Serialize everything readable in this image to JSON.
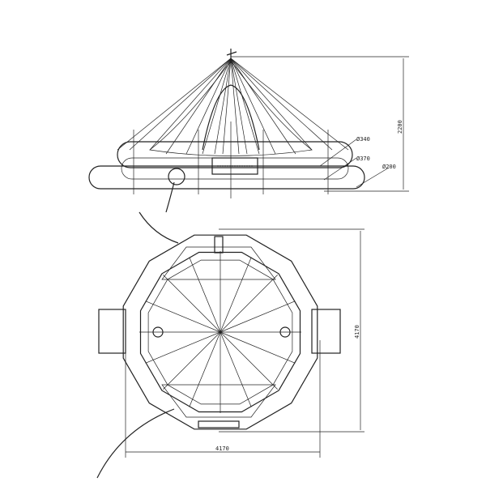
{
  "drawing": {
    "side_view": {
      "height_label": "2200",
      "diameters": [
        "Ø340",
        "Ø370",
        "Ø200"
      ]
    },
    "top_view": {
      "height_label": "4170",
      "width_label": "4170"
    }
  }
}
